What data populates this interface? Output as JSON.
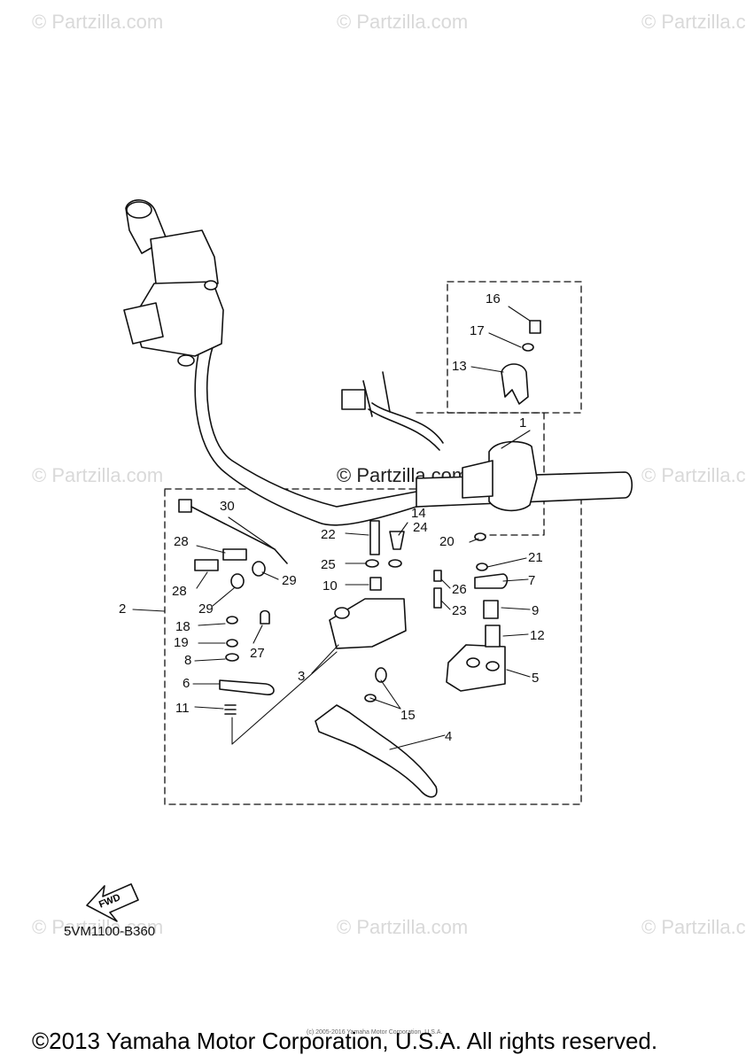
{
  "watermark": "© Partzilla.com",
  "center_watermark": "© Partzilla.com",
  "diagram_code": "5VM1100-B360",
  "fwd_label": "FWD",
  "copyright": "©2013 Yamaha Motor Corporation, U.S.A. All rights reserved.",
  "fine_print": "(c) 2005-2016 Yamaha Motor Corporation, U.S.A.",
  "callouts": [
    "1",
    "2",
    "3",
    "4",
    "5",
    "6",
    "7",
    "8",
    "9",
    "10",
    "11",
    "12",
    "13",
    "14",
    "15",
    "16",
    "17",
    "18",
    "19",
    "20",
    "21",
    "22",
    "23",
    "24",
    "25",
    "26",
    "27",
    "28",
    "28",
    "29",
    "29",
    "30"
  ]
}
